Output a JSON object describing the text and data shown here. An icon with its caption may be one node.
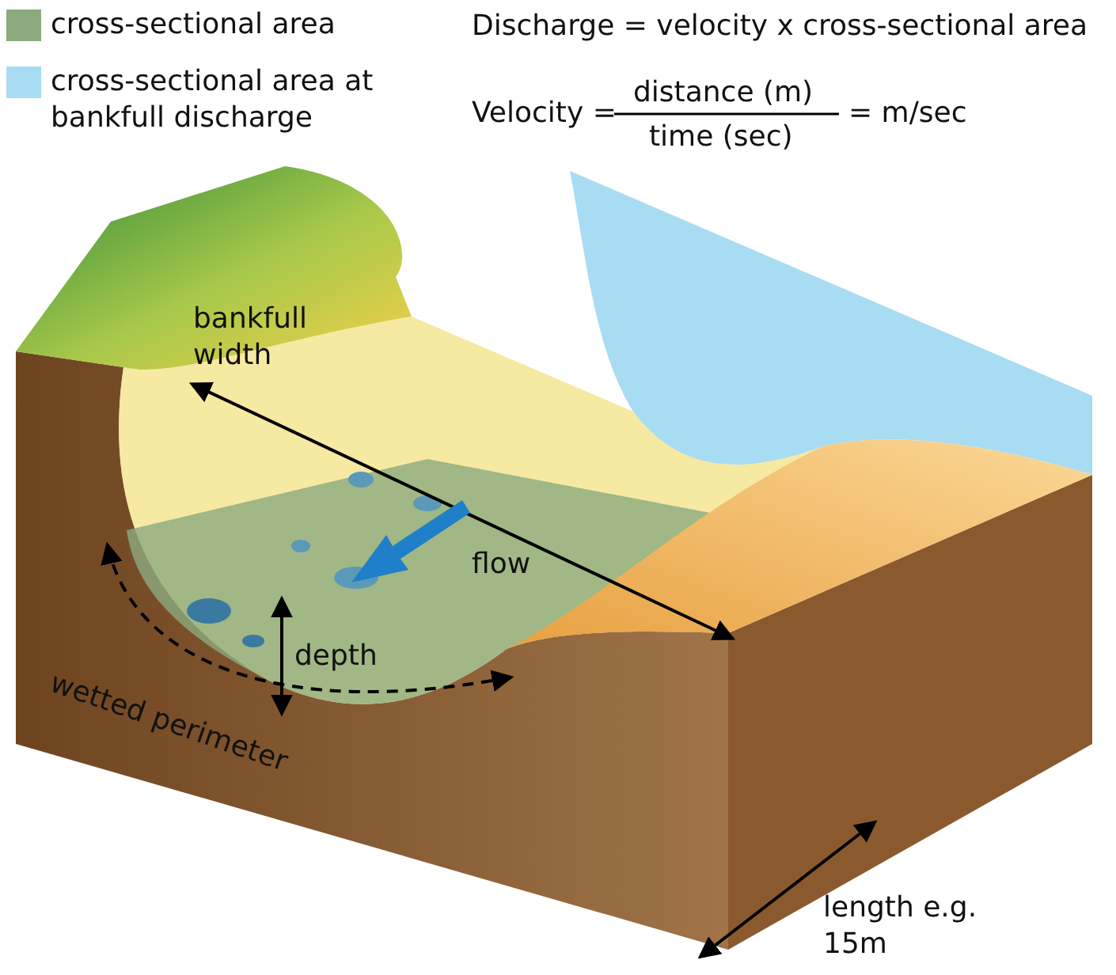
{
  "diagram": {
    "labels": [
      "Discharge = velocity x cross-sectional area",
      "Velocity =",
      "distance (m)",
      "time (sec)",
      "= m/sec",
      "bankfull width",
      "flow",
      "depth",
      "wetted perimeter",
      "length e.g. 15m"
    ],
    "legend": [
      {
        "text": "cross-sectional area",
        "color": "#8caa7e"
      },
      {
        "text": "cross-sectional area at bankfull discharge",
        "color": "#a8dcf2"
      }
    ]
  }
}
